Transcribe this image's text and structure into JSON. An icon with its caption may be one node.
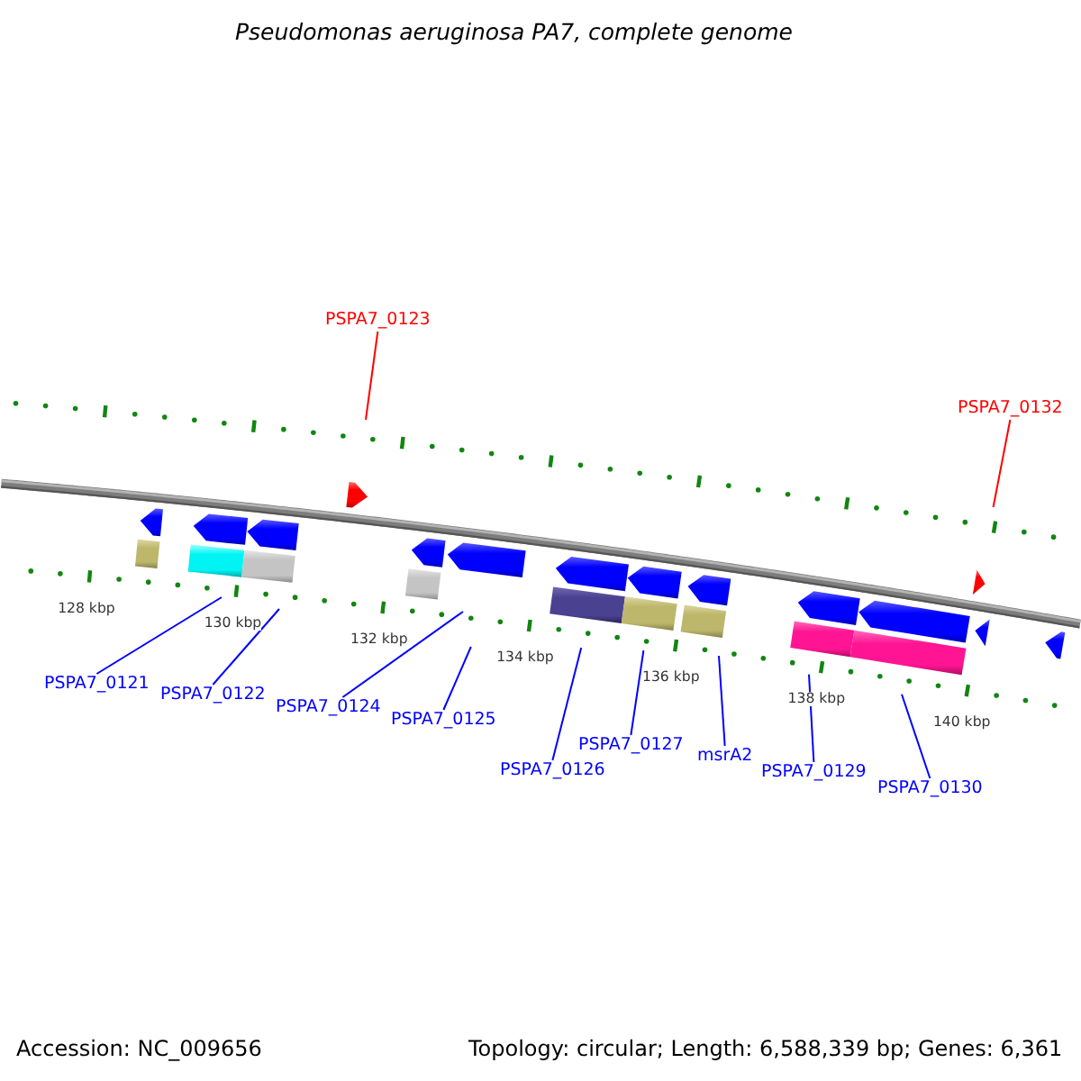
{
  "diagram": {
    "title": "Pseudomonas aeruginosa PA7, complete genome",
    "nodes": [
      {
        "text": [
          "PSPA7_0123"
        ]
      },
      {
        "text": [
          "PSPA7_0132"
        ]
      },
      {
        "text": [
          "PSPA7_0121"
        ]
      },
      {
        "text": [
          "PSPA7_0122"
        ]
      },
      {
        "text": [
          "PSPA7_0124"
        ]
      },
      {
        "text": [
          "PSPA7_0125"
        ]
      },
      {
        "text": [
          "PSPA7_0126"
        ]
      },
      {
        "text": [
          "PSPA7_0127"
        ]
      },
      {
        "text": [
          "msrA2"
        ]
      },
      {
        "text": [
          "PSPA7_0129"
        ]
      },
      {
        "text": [
          "PSPA7_0130"
        ]
      }
    ],
    "edges": [
      {
        "from": 0,
        "to": null,
        "arrow": "none",
        "color": "#ff0000"
      },
      {
        "from": 1,
        "to": null,
        "arrow": "none",
        "color": "#ff0000"
      },
      {
        "from": 2,
        "to": null,
        "arrow": "none"
      },
      {
        "from": 3,
        "to": null,
        "arrow": "none"
      },
      {
        "from": 4,
        "to": null,
        "arrow": "none"
      },
      {
        "from": 5,
        "to": null,
        "arrow": "none"
      },
      {
        "from": 6,
        "to": null,
        "arrow": "none"
      },
      {
        "from": 7,
        "to": null,
        "arrow": "none"
      },
      {
        "from": 8,
        "to": null,
        "arrow": "none"
      },
      {
        "from": 9,
        "to": null,
        "arrow": "none"
      },
      {
        "from": 10,
        "to": null,
        "arrow": "none"
      }
    ],
    "labels": [
      "128 kbp",
      "130 kbp",
      "132 kbp",
      "134 kbp",
      "136 kbp",
      "138 kbp",
      "140 kbp",
      "Accession: NC_009656",
      "Topology: circular; Length: 6,588,339 bp; Genes: 6,361"
    ]
  }
}
